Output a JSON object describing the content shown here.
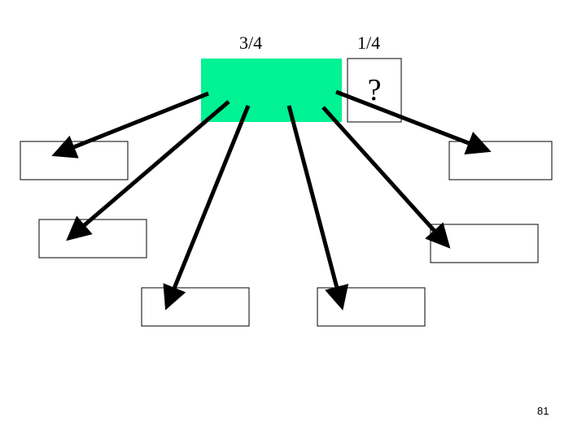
{
  "labels": {
    "left_fraction": "3/4",
    "right_fraction": "1/4",
    "question_mark": "?"
  },
  "page_number": "81",
  "colors": {
    "filled_block": "#00f293",
    "stroke": "#000000",
    "background": "#ffffff"
  }
}
